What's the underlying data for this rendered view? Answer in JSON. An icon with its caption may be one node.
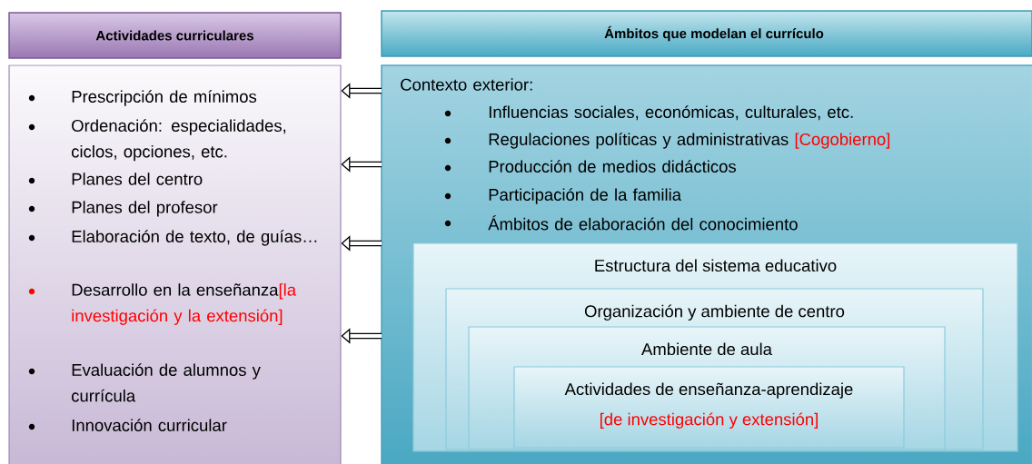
{
  "diagram": {
    "nodes": [
      {
        "text": [
          "Actividades curriculares"
        ]
      },
      {
        "text": [
          "Ámbitos que modelan el currículo"
        ]
      },
      {
        "text": [
          "Prescripción de mínimos",
          "Ordenación: especialidades, ciclos, opciones, etc.",
          "Planes del centro",
          "Planes del profesor",
          "Elaboración de texto, de guías…",
          "Desarrollo en la enseñanza",
          "[la investigación y la extensión]",
          "Evaluación de alumnos y currícula",
          "Innovación curricular"
        ]
      },
      {
        "text": [
          "Contexto exterior:",
          "Influencias sociales, económicas, culturales, etc.",
          "Regulaciones políticas y administrativas",
          "[Cogobierno]",
          "Producción de medios didácticos",
          "Participación de la familia",
          "Ámbitos de elaboración del conocimiento"
        ]
      },
      {
        "text": [
          "Estructura del sistema educativo"
        ],
        "in": 3
      },
      {
        "text": [
          "Organización y ambiente de centro"
        ],
        "in": 4
      },
      {
        "text": [
          "Ambiente de aula"
        ],
        "in": 5
      },
      {
        "text": [
          "Actividades de enseñanza-aprendizaje",
          "[de investigación y extensión]"
        ],
        "in": 6
      }
    ],
    "edges": [
      {
        "from": 3,
        "to": 2,
        "arrow": "to"
      },
      {
        "from": 3,
        "to": 2,
        "arrow": "to"
      },
      {
        "from": 3,
        "to": 2,
        "arrow": "to"
      },
      {
        "from": 3,
        "to": 2,
        "arrow": "to"
      }
    ]
  }
}
